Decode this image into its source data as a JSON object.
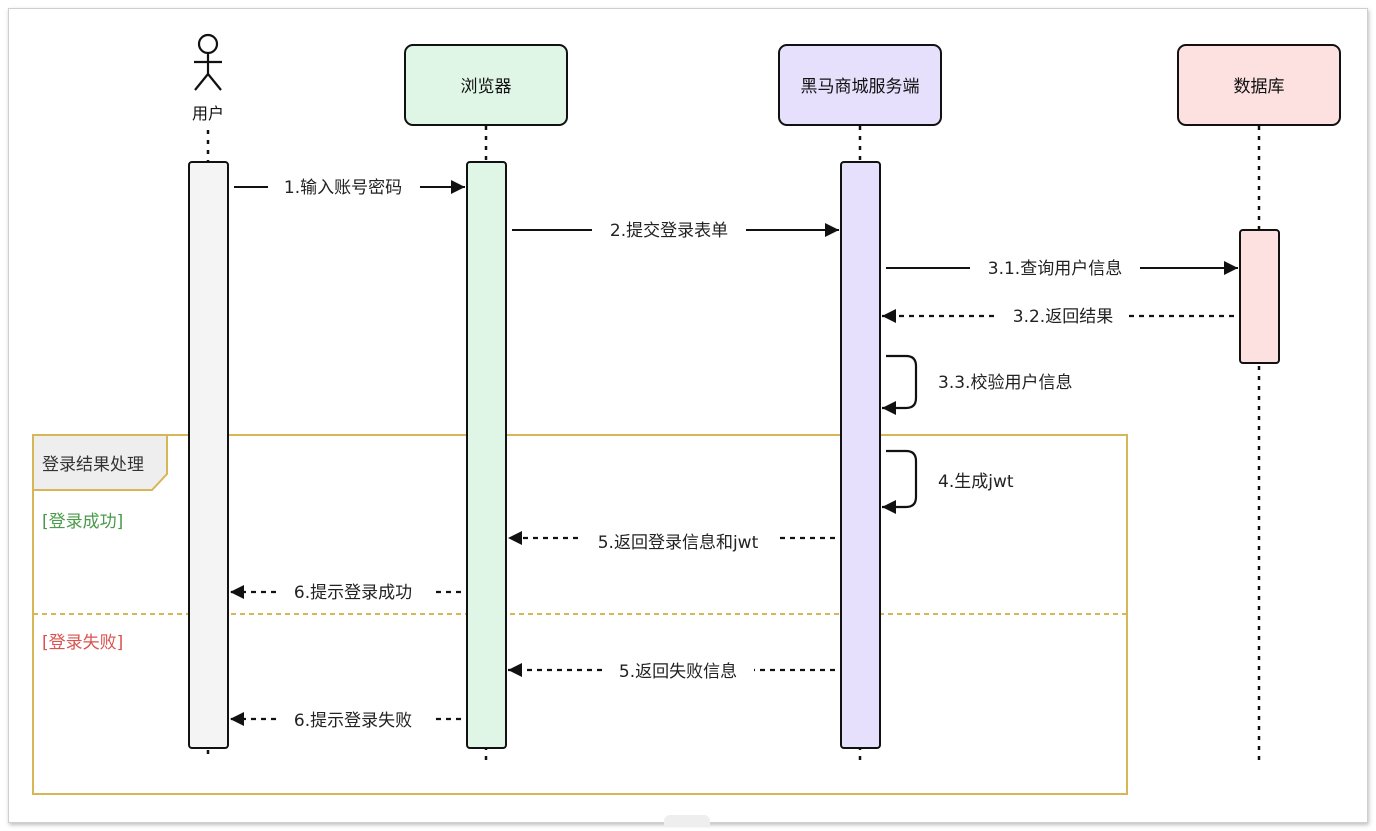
{
  "participants": {
    "user": {
      "label": "用户"
    },
    "browser": {
      "label": "浏览器",
      "fill": "#dff5e6"
    },
    "server": {
      "label": "黑马商城服务端",
      "fill": "#e6e0fc"
    },
    "database": {
      "label": "数据库",
      "fill": "#fde0e0"
    }
  },
  "activation_colors": {
    "user": "#f4f4f4",
    "browser": "#dff5e6",
    "server": "#e6e0fc",
    "database": "#fde0e0"
  },
  "messages": {
    "m1": "1.输入账号密码",
    "m2": "2.提交登录表单",
    "m3_1": "3.1.查询用户信息",
    "m3_2": "3.2.返回结果",
    "m3_3": "3.3.校验用户信息",
    "m4": "4.生成jwt",
    "m5_success": "5.返回登录信息和jwt",
    "m6_success": "6.提示登录成功",
    "m5_fail": "5.返回失败信息",
    "m6_fail": "6.提示登录失败"
  },
  "fragment": {
    "title": "登录结果处理",
    "border_color": "#d6b656",
    "success_guard": "[登录成功]",
    "success_color": "#4a9a4a",
    "fail_guard": "[登录失败]",
    "fail_color": "#d9534f"
  }
}
